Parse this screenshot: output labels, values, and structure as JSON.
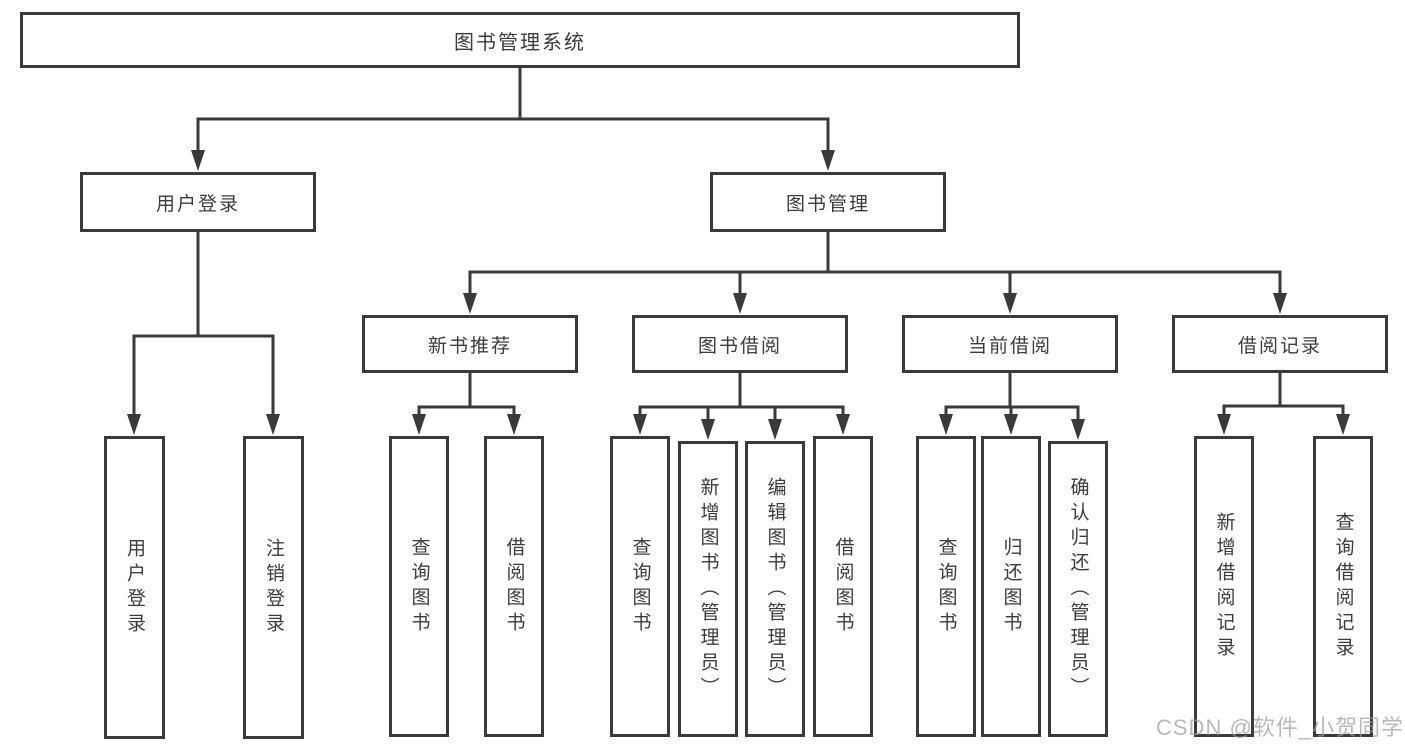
{
  "tree": {
    "root": {
      "label": "图书管理系统"
    },
    "login_branch": {
      "label": "用户登录",
      "children": [
        {
          "label": "用户登录"
        },
        {
          "label": "注销登录"
        }
      ]
    },
    "mgmt_branch": {
      "label": "图书管理",
      "sections": [
        {
          "label": "新书推荐",
          "children": [
            {
              "label": "查询图书"
            },
            {
              "label": "借阅图书"
            }
          ]
        },
        {
          "label": "图书借阅",
          "children": [
            {
              "label": "查询图书"
            },
            {
              "label": "新增图书（管理员）"
            },
            {
              "label": "编辑图书（管理员）"
            },
            {
              "label": "借阅图书"
            }
          ]
        },
        {
          "label": "当前借阅",
          "children": [
            {
              "label": "查询图书"
            },
            {
              "label": "归还图书"
            },
            {
              "label": "确认归还（管理员）"
            }
          ]
        },
        {
          "label": "借阅记录",
          "children": [
            {
              "label": "新增借阅记录"
            },
            {
              "label": "查询借阅记录"
            }
          ]
        }
      ]
    }
  },
  "watermark": "CSDN @软件_小贺同学",
  "colors": {
    "line": "#3a3a3a",
    "text": "#3c3c3c",
    "watermark": "#9e9e9e",
    "background": "#ffffff"
  }
}
